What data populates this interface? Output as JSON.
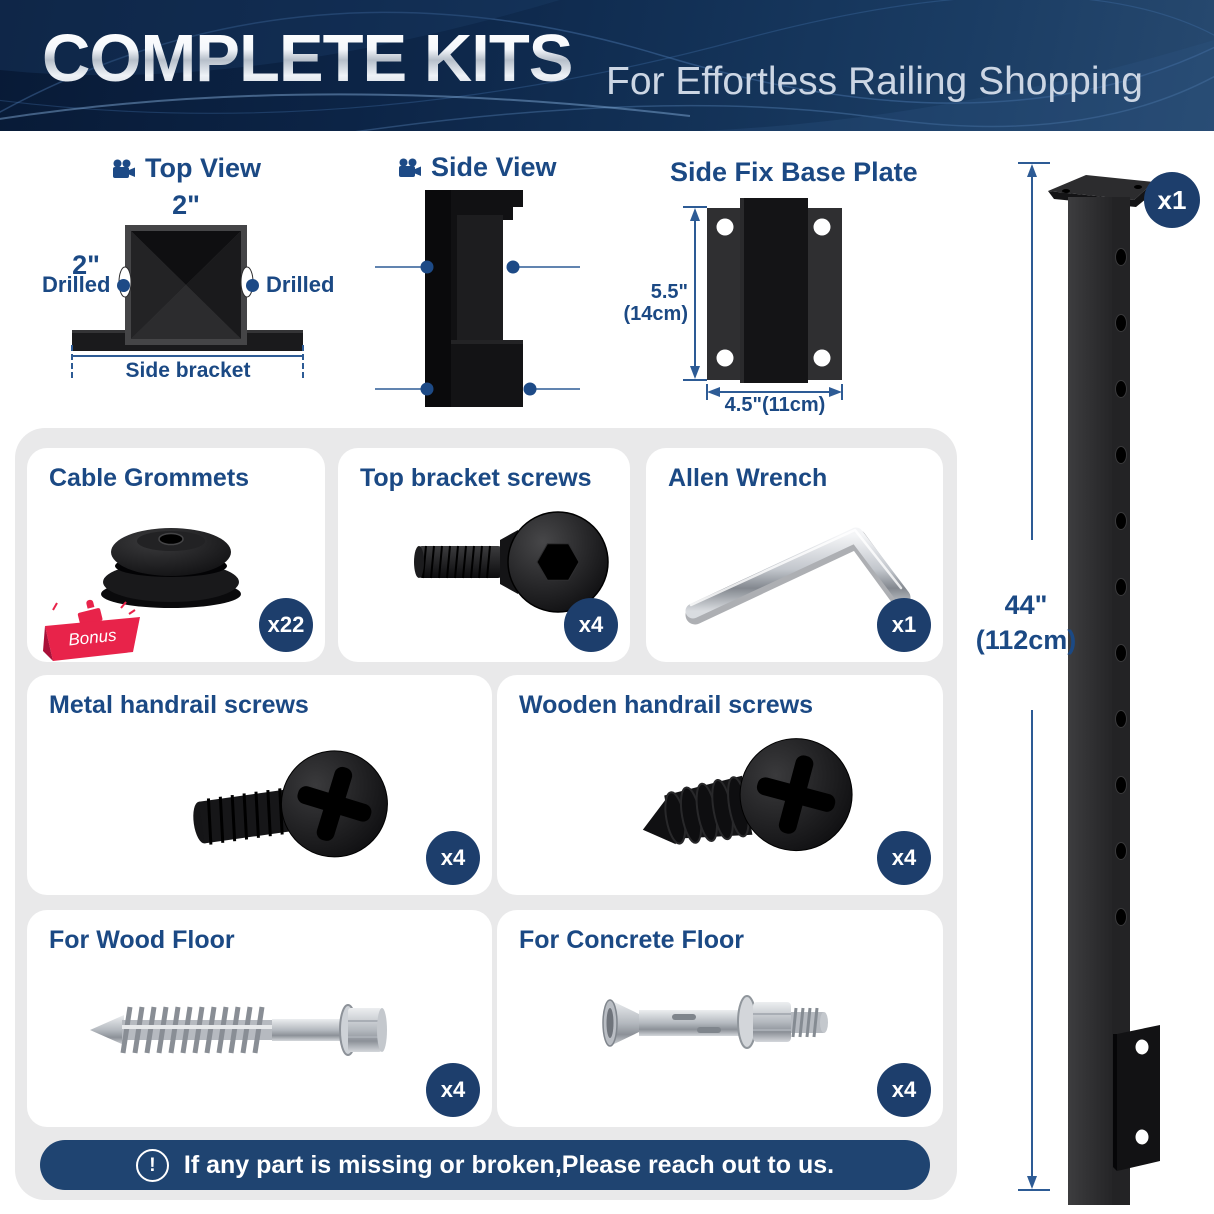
{
  "header": {
    "title": "COMPLETE KITS",
    "subtitle": "For Effortless Railing Shopping"
  },
  "diagrams": {
    "top_view": {
      "title": "Top View",
      "dim_width_top": "2\"",
      "dim_width_left": "2\"",
      "drilled_left": "Drilled",
      "drilled_right": "Drilled",
      "bracket_label": "Side bracket"
    },
    "side_view": {
      "title": "Side View"
    },
    "base_plate": {
      "title": "Side Fix Base Plate",
      "height_in": "5.5\"",
      "height_cm": "(14cm)",
      "width_label": "4.5\"(11cm)"
    }
  },
  "post": {
    "count": "x1",
    "height_in": "44\"",
    "height_cm": "(112cm)"
  },
  "parts": [
    {
      "name": "Cable Grommets",
      "count": "x22",
      "bonus_label": "Bonus"
    },
    {
      "name": "Top bracket screws",
      "count": "x4"
    },
    {
      "name": "Allen Wrench",
      "count": "x1"
    },
    {
      "name": "Metal handrail screws",
      "count": "x4"
    },
    {
      "name": "Wooden handrail screws",
      "count": "x4"
    },
    {
      "name": "For Wood Floor",
      "count": "x4"
    },
    {
      "name": "For Concrete Floor",
      "count": "x4"
    }
  ],
  "notice": {
    "icon_glyph": "!",
    "text": "If any part is missing or broken,Please reach out to us."
  },
  "colors": {
    "navy_text": "#1b4984",
    "badge": "#1d3e6c",
    "notice_bar": "#1f4471",
    "dim_line": "#2d5b95",
    "bonus_red": "#e8234a",
    "panel_gray": "#e9e9ea"
  }
}
